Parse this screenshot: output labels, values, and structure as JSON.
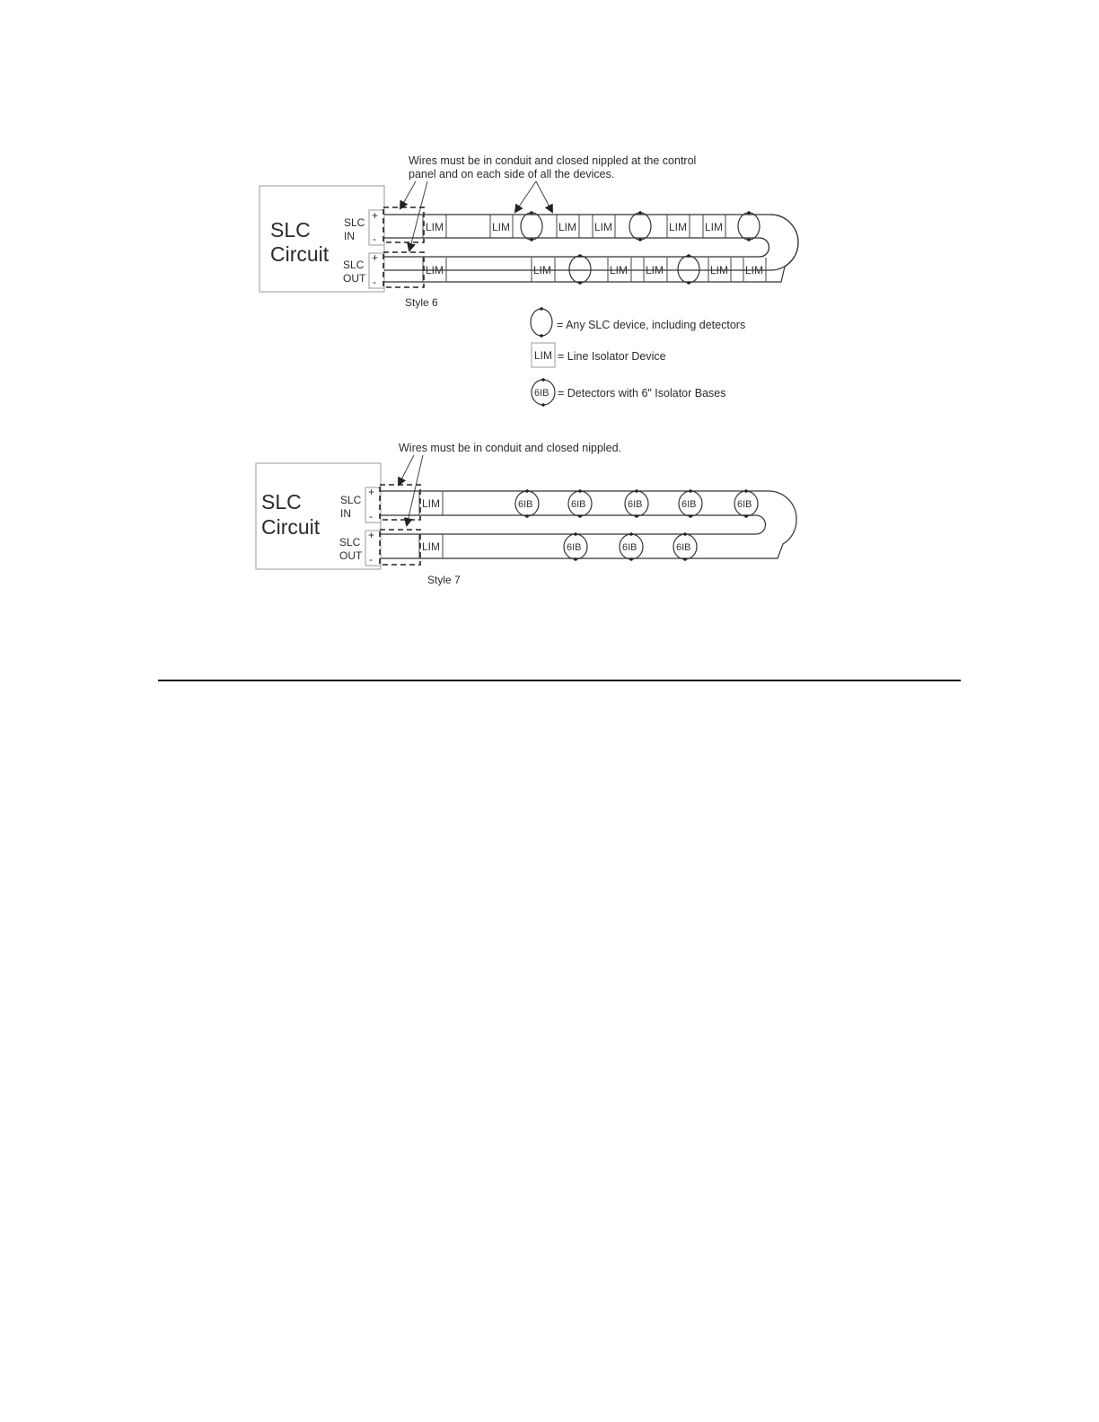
{
  "style6": {
    "note_line1": "Wires must be in conduit and closed nippled at the control",
    "note_line2": "panel and on each side of all the devices.",
    "panel_line1": "SLC",
    "panel_line2": "Circuit",
    "in_line1": "SLC",
    "in_line2": "IN",
    "out_line1": "SLC",
    "out_line2": "OUT",
    "plus": "+",
    "minus": "-",
    "caption": "Style 6",
    "lim": "LIM"
  },
  "legend": {
    "slc_device": "= Any SLC device, including detectors",
    "lim_box": "LIM",
    "lim_desc": "= Line Isolator Device",
    "ib_circle": "6IB",
    "ib_desc": "= Detectors with 6\" Isolator Bases"
  },
  "style7": {
    "note": "Wires must be in conduit and closed nippled.",
    "panel_line1": "SLC",
    "panel_line2": "Circuit",
    "in_line1": "SLC",
    "in_line2": "IN",
    "out_line1": "SLC",
    "out_line2": "OUT",
    "plus": "+",
    "minus": "-",
    "caption": "Style 7",
    "lim": "LIM",
    "ib": "6IB"
  }
}
